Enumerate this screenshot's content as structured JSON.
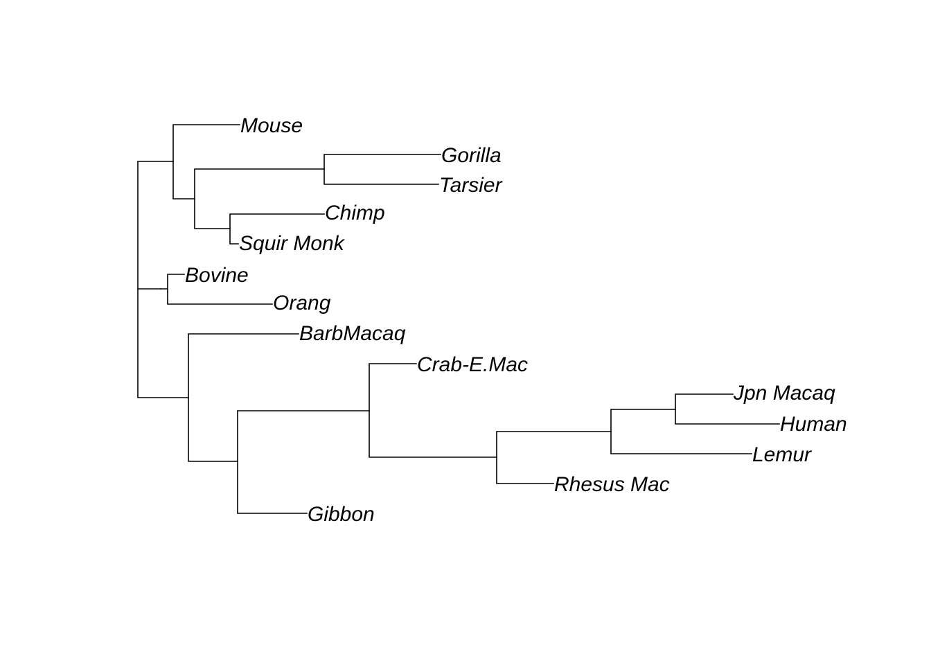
{
  "tree": {
    "tips": [
      {
        "id": "mouse",
        "label": "Mouse"
      },
      {
        "id": "gorilla",
        "label": "Gorilla"
      },
      {
        "id": "tarsier",
        "label": "Tarsier"
      },
      {
        "id": "chimp",
        "label": "Chimp"
      },
      {
        "id": "squir-monk",
        "label": "Squir Monk"
      },
      {
        "id": "bovine",
        "label": "Bovine"
      },
      {
        "id": "orang",
        "label": "Orang"
      },
      {
        "id": "barbmacaq",
        "label": "BarbMacaq"
      },
      {
        "id": "crab-e-mac",
        "label": "Crab-E.Mac"
      },
      {
        "id": "jpn-macaq",
        "label": "Jpn Macaq"
      },
      {
        "id": "human",
        "label": "Human"
      },
      {
        "id": "lemur",
        "label": "Lemur"
      },
      {
        "id": "rhesus-mac",
        "label": "Rhesus Mac"
      },
      {
        "id": "gibbon",
        "label": "Gibbon"
      }
    ]
  }
}
